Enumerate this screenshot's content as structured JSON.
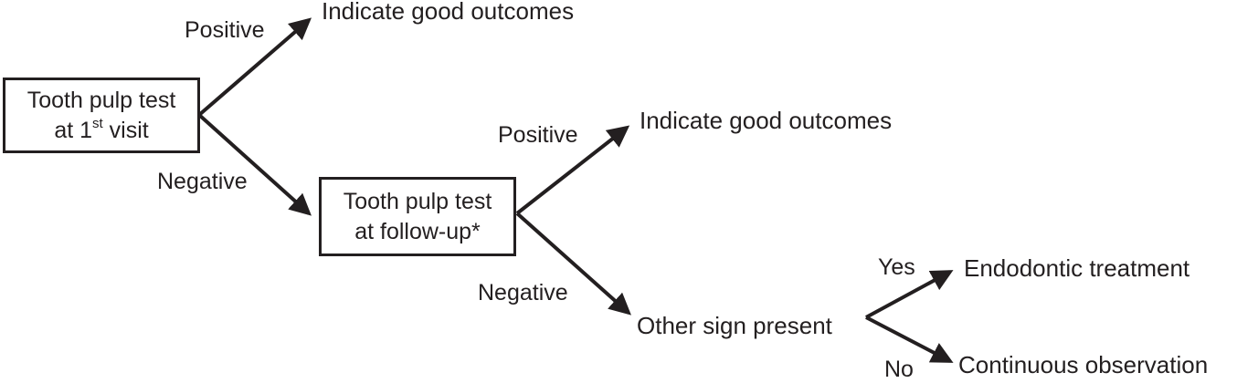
{
  "nodes": {
    "first_visit": {
      "line1": "Tooth pulp test",
      "line2_prefix": "at 1",
      "line2_sup": "st",
      "line2_suffix": " visit"
    },
    "follow_up": {
      "line1": "Tooth pulp test",
      "line2": "at follow-up*"
    },
    "outcome_good_1": "Indicate good outcomes",
    "outcome_good_2": "Indicate good outcomes",
    "other_sign": "Other sign present",
    "endodontic": "Endodontic treatment",
    "observation": "Continuous observation"
  },
  "edges": {
    "positive_1": "Positive",
    "negative_1": "Negative",
    "positive_2": "Positive",
    "negative_2": "Negative",
    "yes": "Yes",
    "no": "No"
  },
  "colors": {
    "ink": "#231f20"
  }
}
